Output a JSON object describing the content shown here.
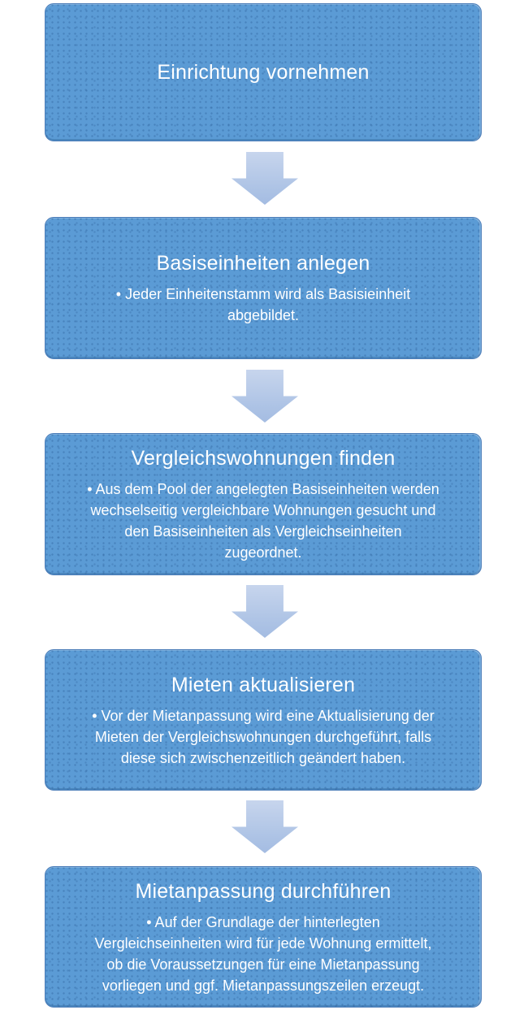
{
  "diagram": {
    "type": "vertical-process-flow",
    "colors": {
      "block_fill": "#5b9bd5",
      "block_border": "#4a7cb8",
      "block_dot": "#3f76b5",
      "arrow_fill_top": "#c7d5ed",
      "arrow_fill_bottom": "#adc3e5",
      "text": "#ffffff",
      "background": "#ffffff"
    },
    "connector_icon": "down-arrow",
    "steps": [
      {
        "title": "Einrichtung vornehmen",
        "body_lines": []
      },
      {
        "title": "Basiseinheiten anlegen",
        "body_lines": [
          "• Jeder Einheitenstamm wird als Basisieinheit",
          "abgebildet."
        ]
      },
      {
        "title": "Vergleichswohnungen finden",
        "body_lines": [
          "• Aus dem Pool der angelegten Basiseinheiten werden",
          "wechselseitig vergleichbare Wohnungen gesucht und",
          "den Basiseinheiten als Vergleichseinheiten",
          "zugeordnet."
        ]
      },
      {
        "title": "Mieten aktualisieren",
        "body_lines": [
          "• Vor der Mietanpassung wird eine Aktualisierung der",
          "Mieten der Vergleichswohnungen durchgeführt, falls",
          "diese sich zwischenzeitlich geändert haben."
        ]
      },
      {
        "title": "Mietanpassung durchführen",
        "body_lines": [
          "• Auf der Grundlage der hinterlegten",
          "Vergleichseinheiten wird für jede Wohnung ermittelt,",
          "ob die Voraussetzungen für eine Mietanpassung",
          "vorliegen und ggf. Mietanpassungszeilen erzeugt."
        ]
      }
    ]
  }
}
